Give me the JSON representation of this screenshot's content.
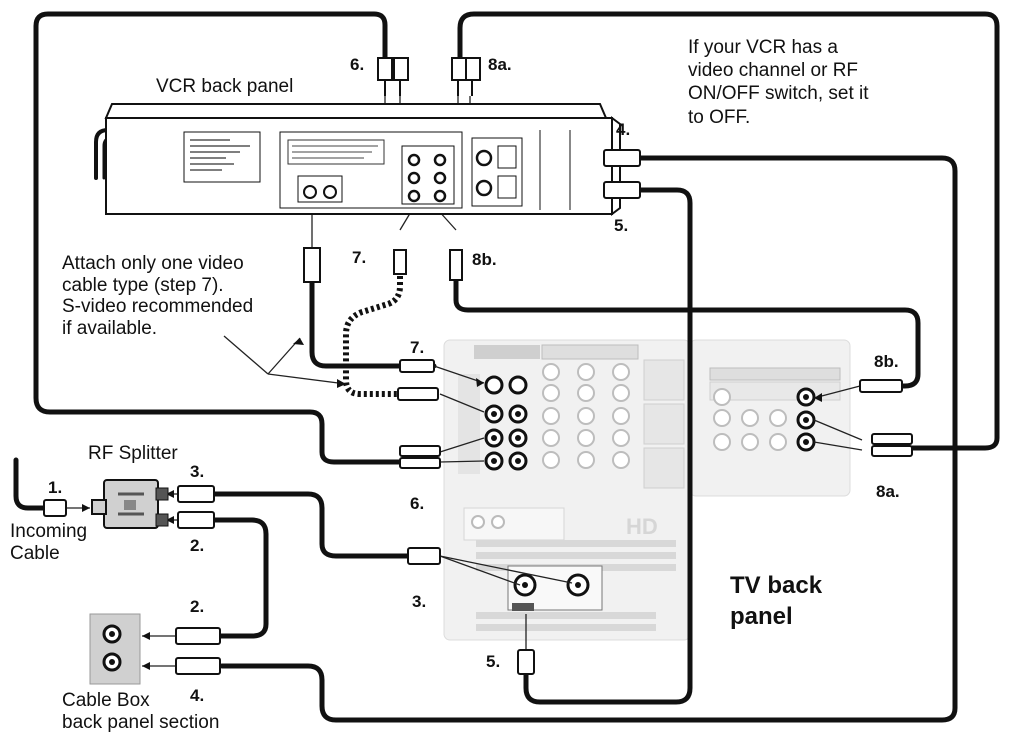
{
  "labels": {
    "vcr_back_panel": "VCR back panel",
    "vcr_switch_note": "If your VCR has a\nvideo channel or RF\nON/OFF switch, set it\nto OFF.",
    "attach_note": "Attach only one video\ncable type (step 7).\nS-video recommended\nif available.",
    "rf_splitter": "RF Splitter",
    "incoming_cable": "Incoming\nCable",
    "cable_box": "Cable Box\nback panel section",
    "tv_back_panel": "TV back\npanel"
  },
  "steps": {
    "s1": "1.",
    "s2_splitter": "2.",
    "s2_cablebox": "2.",
    "s3_splitter": "3.",
    "s3_tv": "3.",
    "s4_vcr": "4.",
    "s4_cablebox": "4.",
    "s5_vcr": "5.",
    "s5_tv": "5.",
    "s6_top": "6.",
    "s6_tv": "6.",
    "s7_vcr": "7.",
    "s7_tv": "7.",
    "s8a_top": "8a.",
    "s8a_right": "8a.",
    "s8b_vcr": "8b.",
    "s8b_right": "8b."
  },
  "device_text": {
    "tv_hd_logo": "HD"
  },
  "colors": {
    "cable": "#111111",
    "panel_fill": "#ffffff",
    "tv_panel_fill": "#efefef",
    "jack_gray": "#9a9a9a",
    "box_fill": "#d0d0d0"
  }
}
